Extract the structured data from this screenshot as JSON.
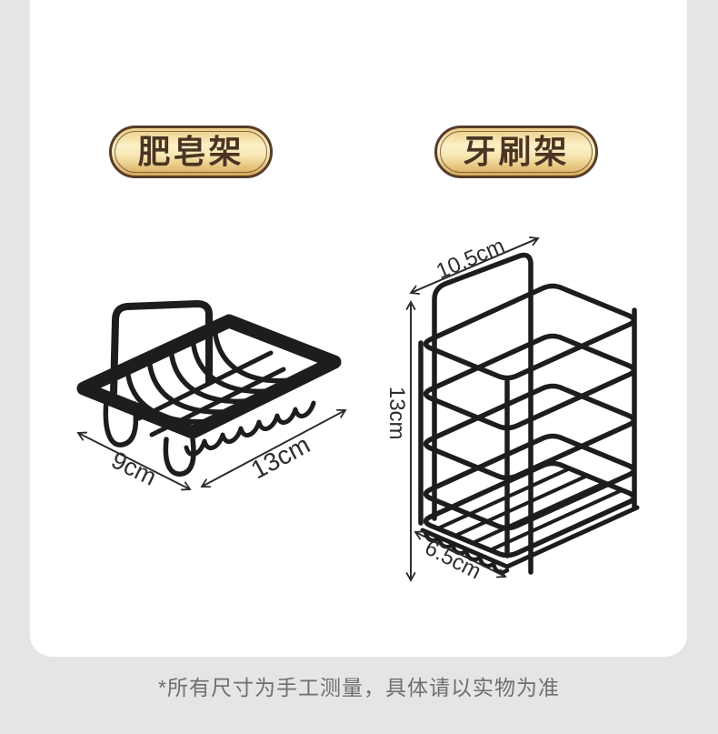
{
  "page": {
    "background_color": "#e5e5e5",
    "card_color": "#ffffff"
  },
  "products": [
    {
      "name": "soap rack",
      "badge_label": "肥皂架",
      "dimensions": {
        "depth": "9cm",
        "width": "13cm"
      }
    },
    {
      "name": "toothbrush rack",
      "badge_label": "牙刷架",
      "dimensions": {
        "width": "10.5cm",
        "height": "13cm",
        "depth": "6.5cm"
      }
    }
  ],
  "footer": {
    "disclaimer": "*所有尺寸为手工测量，具体请以实物为准"
  },
  "colors": {
    "badge_border": "#553d2b",
    "badge_gold_light": "#fbf1c8",
    "badge_gold_dark": "#d9a958",
    "badge_text": "#4a3422",
    "wire_black": "#1d1d1d",
    "dimension_text": "#2e2e2e",
    "footer_text": "#6f6f6f"
  }
}
